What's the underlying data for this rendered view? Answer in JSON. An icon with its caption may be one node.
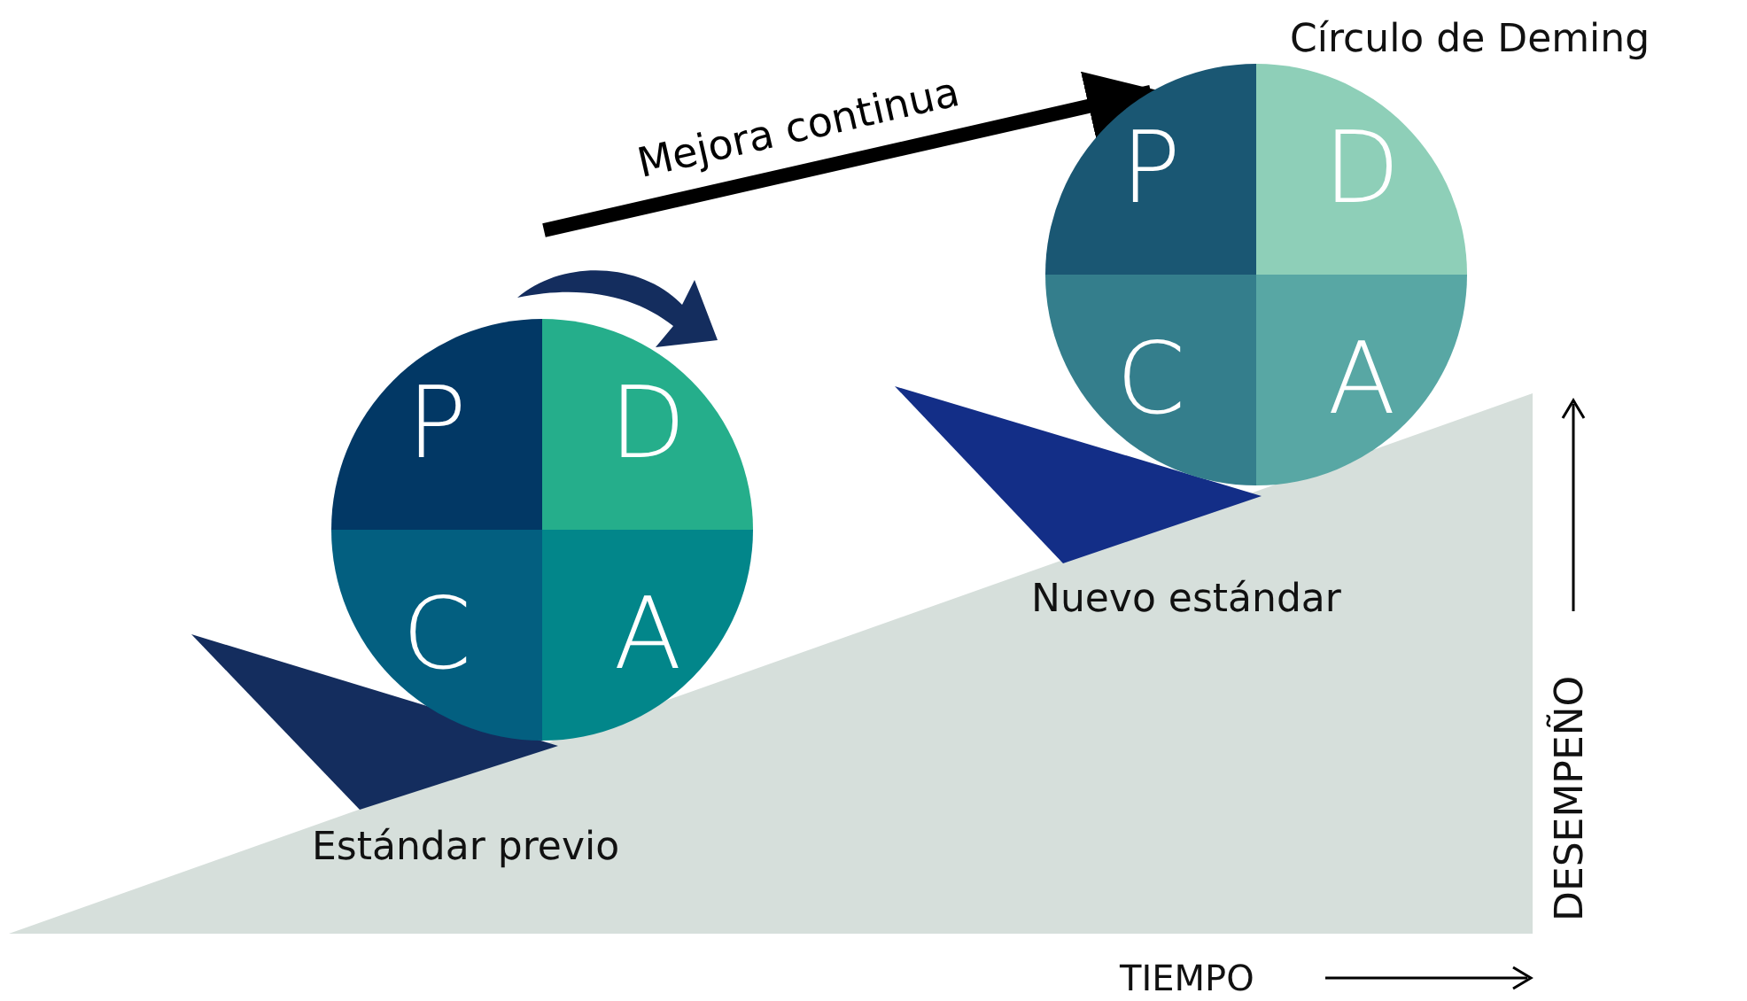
{
  "diagram": {
    "nodes": [
      {
        "text": [],
        "shape": "circle"
      },
      {
        "text": [
          "P"
        ],
        "in": 0
      },
      {
        "text": [
          "D"
        ],
        "in": 0
      },
      {
        "text": [
          "C"
        ],
        "in": 0
      },
      {
        "text": [
          "A"
        ],
        "in": 0
      },
      {
        "text": [],
        "shape": "circle"
      },
      {
        "text": [
          "P"
        ],
        "in": 5
      },
      {
        "text": [
          "D"
        ],
        "in": 5
      },
      {
        "text": [
          "C"
        ],
        "in": 5
      },
      {
        "text": [
          "A"
        ],
        "in": 5
      }
    ],
    "edges": [
      {
        "from": null,
        "to": 5,
        "arrow": "to",
        "label": "Mejora continua"
      }
    ],
    "labels": [
      "Círculo de Deming",
      "Nuevo estándar",
      "Estándar previo",
      "DESEMPEÑO",
      "TIEMPO"
    ]
  }
}
